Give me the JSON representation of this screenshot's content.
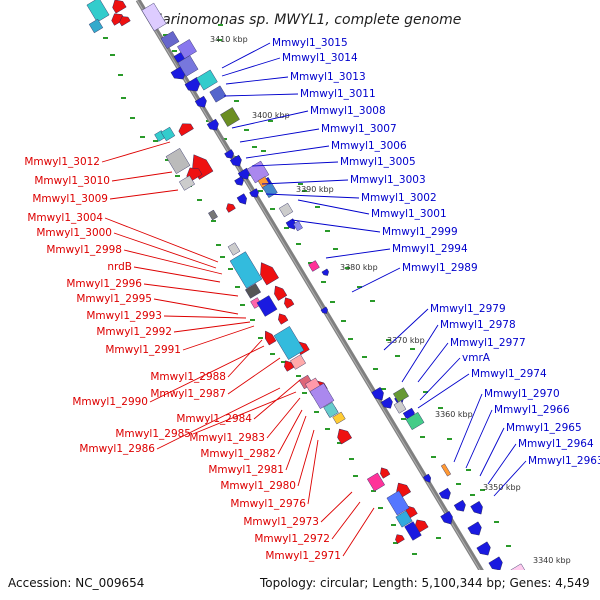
{
  "title": "Marinomonas sp. MWYL1, complete genome",
  "footer": {
    "accession": "Accession: NC_009654",
    "topology": "Topology: circular; Length: 5,100,344 bp; Genes: 4,549"
  },
  "kbp_ticks": [
    "3410 kbp",
    "3400 kbp",
    "3390 kbp",
    "3380 kbp",
    "3370 kbp",
    "3360 kbp",
    "3350 kbp",
    "3340 kbp"
  ],
  "colors": {
    "forward_label": "#0000cc",
    "reverse_label": "#dd0000",
    "backbone": "#808080",
    "tick_green": "#2a9a2a",
    "forward_gene": "#1a1ae0",
    "reverse_gene": "#ee1111"
  },
  "labels_forward": [
    "Mmwyl1_3015",
    "Mmwyl1_3014",
    "Mmwyl1_3013",
    "Mmwyl1_3011",
    "Mmwyl1_3008",
    "Mmwyl1_3007",
    "Mmwyl1_3006",
    "Mmwyl1_3005",
    "Mmwyl1_3003",
    "Mmwyl1_3002",
    "Mmwyl1_3001",
    "Mmwyl1_2999",
    "Mmwyl1_2994",
    "Mmwyl1_2989",
    "Mmwyl1_2979",
    "Mmwyl1_2978",
    "Mmwyl1_2977",
    "vmrA",
    "Mmwyl1_2974",
    "Mmwyl1_2970",
    "Mmwyl1_2966",
    "Mmwyl1_2965",
    "Mmwyl1_2964",
    "Mmwyl1_2963"
  ],
  "labels_reverse": [
    "Mmwyl1_3012",
    "Mmwyl1_3010",
    "Mmwyl1_3009",
    "Mmwyl1_3004",
    "Mmwyl1_3000",
    "Mmwyl1_2998",
    "nrdB",
    "Mmwyl1_2996",
    "Mmwyl1_2995",
    "Mmwyl1_2993",
    "Mmwyl1_2992",
    "Mmwyl1_2991",
    "Mmwyl1_2988",
    "Mmwyl1_2987",
    "Mmwyl1_2990",
    "Mmwyl1_2984",
    "Mmwyl1_2985",
    "Mmwyl1_2983",
    "Mmwyl1_2986",
    "Mmwyl1_2982",
    "Mmwyl1_2981",
    "Mmwyl1_2980",
    "Mmwyl1_2976",
    "Mmwyl1_2973",
    "Mmwyl1_2972",
    "Mmwyl1_2971"
  ]
}
